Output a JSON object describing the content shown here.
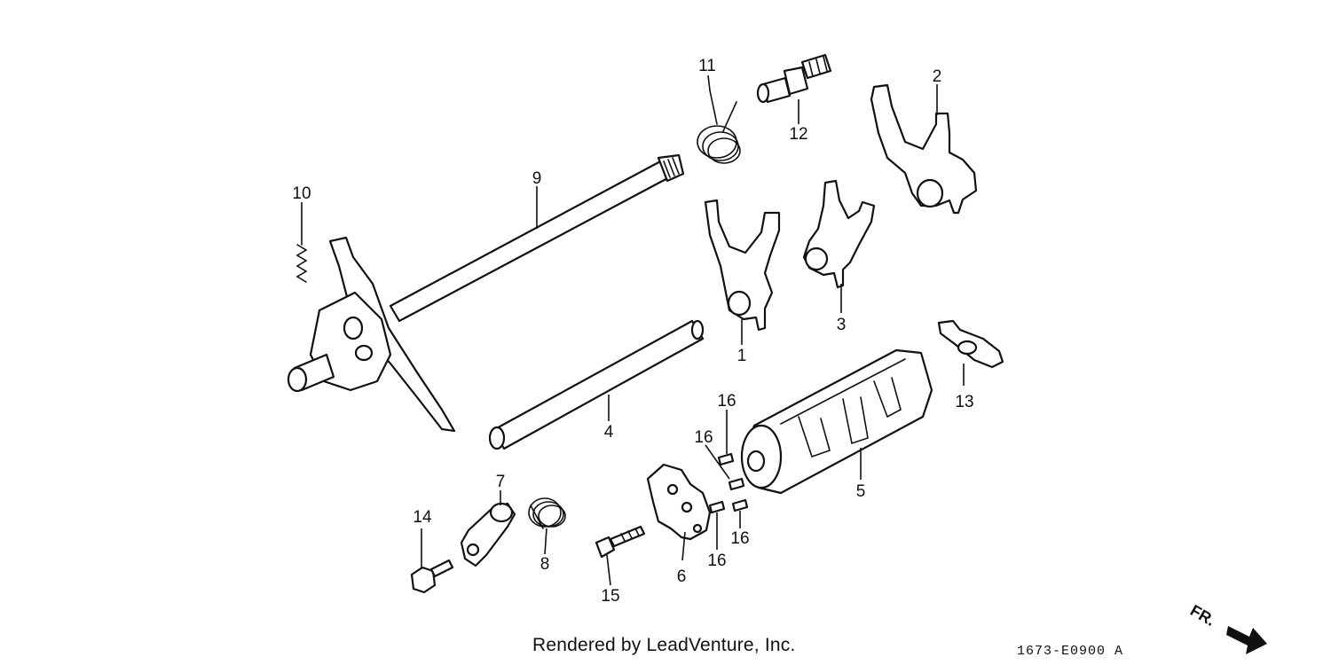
{
  "diagram": {
    "callouts": {
      "c1": "1",
      "c2": "2",
      "c3": "3",
      "c4": "4",
      "c5": "5",
      "c6": "6",
      "c7": "7",
      "c8": "8",
      "c9": "9",
      "c10": "10",
      "c11": "11",
      "c12": "12",
      "c13": "13",
      "c14": "14",
      "c15": "15",
      "c16a": "16",
      "c16b": "16",
      "c16c": "16",
      "c16d": "16"
    },
    "front_indicator": "FR.",
    "footer_credit": "Rendered by LeadVenture, Inc.",
    "diagram_code": "1673-E0900 A"
  }
}
